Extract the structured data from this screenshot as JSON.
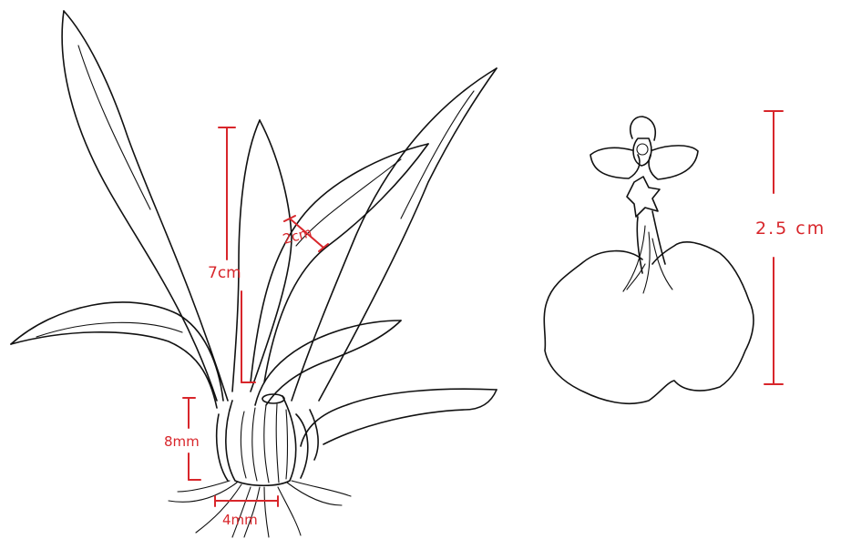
{
  "colors": {
    "ink": "#111111",
    "annotation": "#d8262b",
    "background": "#ffffff"
  },
  "measurements": {
    "leaf_length": "7cm",
    "leaf_width": "2cm",
    "pseudobulb_height": "8mm",
    "pseudobulb_width": "4mm",
    "flower_height": "2.5 cm"
  }
}
